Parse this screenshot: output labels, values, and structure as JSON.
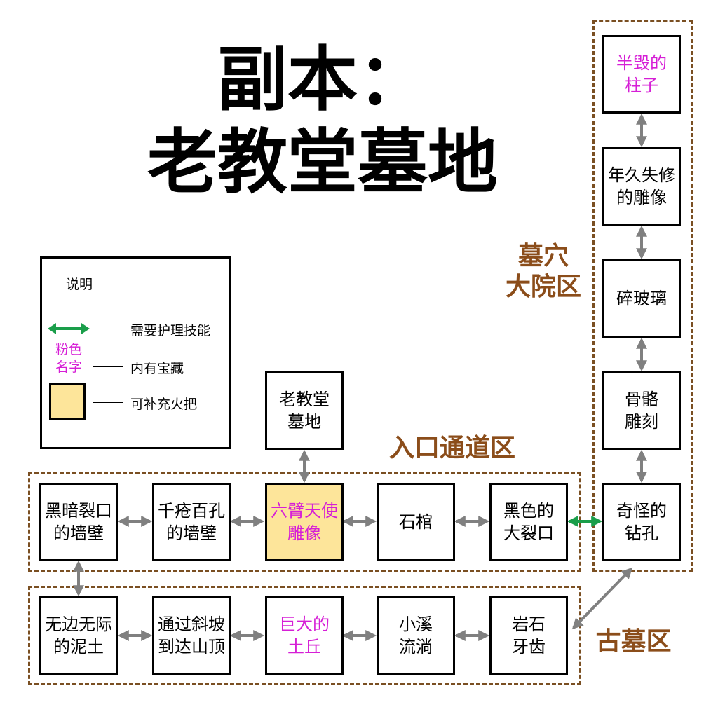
{
  "title": {
    "line1": "副本：",
    "line2": "老教堂墓地"
  },
  "legend": {
    "heading": "说明",
    "rows": [
      {
        "symbol": "green-arrow",
        "text": "需要护理技能"
      },
      {
        "symbol": "pink-name",
        "sample": "粉色\n名字",
        "text": "内有宝藏"
      },
      {
        "symbol": "yellow-box",
        "text": "可补充火把"
      }
    ]
  },
  "regions": {
    "tomb_yard": "墓穴\n大院区",
    "entrance": "入口通道区",
    "ancient_tomb": "古墓区"
  },
  "nodes": {
    "old_church": "老教堂\n墓地",
    "dark_crack_wall": "黑暗裂口\n的墙壁",
    "holed_wall": "千疮百孔\n的墙壁",
    "six_arm_angel": "六臂天使\n雕像",
    "stone_coffin": "石棺",
    "black_crack": "黑色的\n大裂口",
    "strange_hole": "奇怪的\n钻孔",
    "bone_carving": "骨骼\n雕刻",
    "broken_glass": "碎玻璃",
    "old_statue": "年久失修\n的雕像",
    "half_pillar": "半毁的\n柱子",
    "endless_mud": "无边无际\n的泥土",
    "slope_top": "通过斜坡\n到达山顶",
    "giant_mound": "巨大的\n土丘",
    "small_stream": "小溪\n流淌",
    "rock_teeth": "岩石\n牙齿"
  },
  "colors": {
    "treasure_text": "#d61fd6",
    "torch_fill": "#fde59a",
    "region_border": "#7a4f22",
    "region_label": "#8b4d1a",
    "arrow_gray": "#808080",
    "arrow_green": "#1a9e4a"
  }
}
